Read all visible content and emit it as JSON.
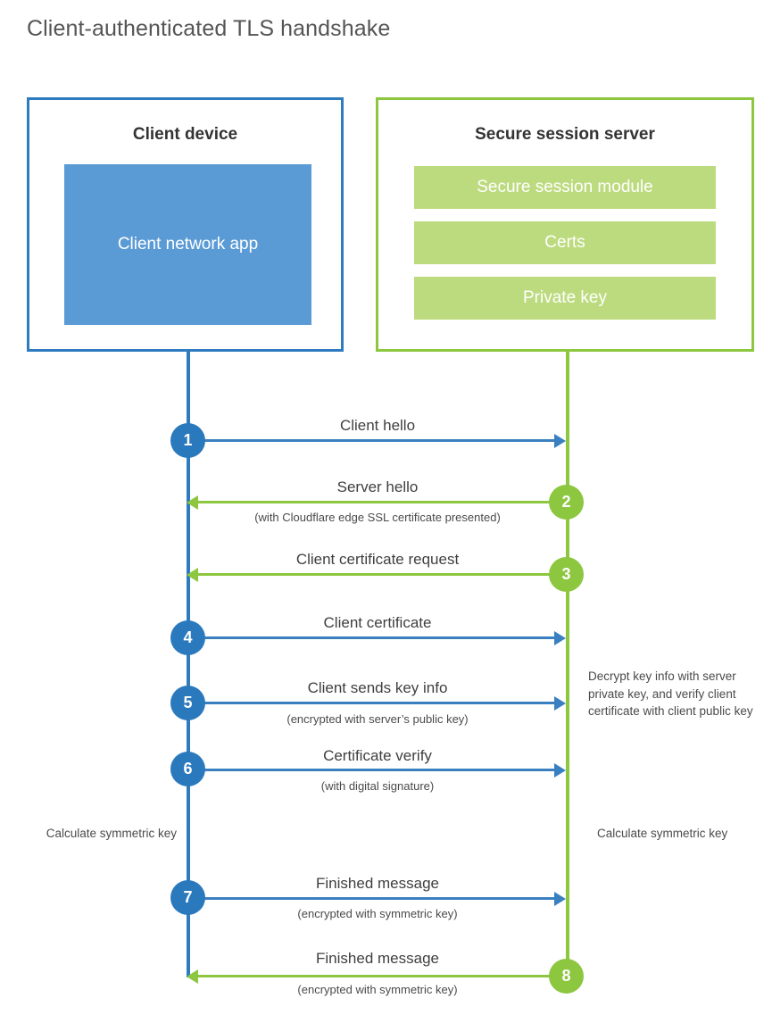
{
  "title": "Client-authenticated TLS handshake",
  "colors": {
    "client_border": "#2e7bc0",
    "client_fill": "#5b9bd5",
    "client_circle": "#2b79bd",
    "client_arrow": "#3a80c1",
    "server_border": "#8dc63f",
    "server_fill": "#bcdb7e",
    "server_circle": "#8dc63f",
    "server_arrow": "#8dc63f",
    "text": "#444444",
    "background": "#ffffff"
  },
  "participants": {
    "client": {
      "title": "Client device",
      "app_label": "Client network app"
    },
    "server": {
      "title": "Secure session server",
      "components": [
        "Secure session module",
        "Certs",
        "Private key"
      ]
    }
  },
  "steps": [
    {
      "number": "1",
      "origin": "client",
      "direction": "client-to-server",
      "label": "Client hello",
      "sublabel": ""
    },
    {
      "number": "2",
      "origin": "server",
      "direction": "server-to-client",
      "label": "Server hello",
      "sublabel": "(with Cloudflare edge SSL certificate presented)"
    },
    {
      "number": "3",
      "origin": "server",
      "direction": "server-to-client",
      "label": "Client certificate request",
      "sublabel": ""
    },
    {
      "number": "4",
      "origin": "client",
      "direction": "client-to-server",
      "label": "Client certificate",
      "sublabel": ""
    },
    {
      "number": "5",
      "origin": "client",
      "direction": "client-to-server",
      "label": "Client sends key info",
      "sublabel": "(encrypted with server’s public key)"
    },
    {
      "number": "6",
      "origin": "client",
      "direction": "client-to-server",
      "label": "Certificate verify",
      "sublabel": "(with digital signature)"
    },
    {
      "number": "7",
      "origin": "client",
      "direction": "client-to-server",
      "label": "Finished message",
      "sublabel": "(encrypted with symmetric key)"
    },
    {
      "number": "8",
      "origin": "server",
      "direction": "server-to-client",
      "label": "Finished message",
      "sublabel": "(encrypted with symmetric key)"
    }
  ],
  "notes": {
    "decrypt": "Decrypt key info with server private key, and verify client certificate with client public key",
    "calculate_client": "Calculate symmetric key",
    "calculate_server": "Calculate symmetric key"
  }
}
